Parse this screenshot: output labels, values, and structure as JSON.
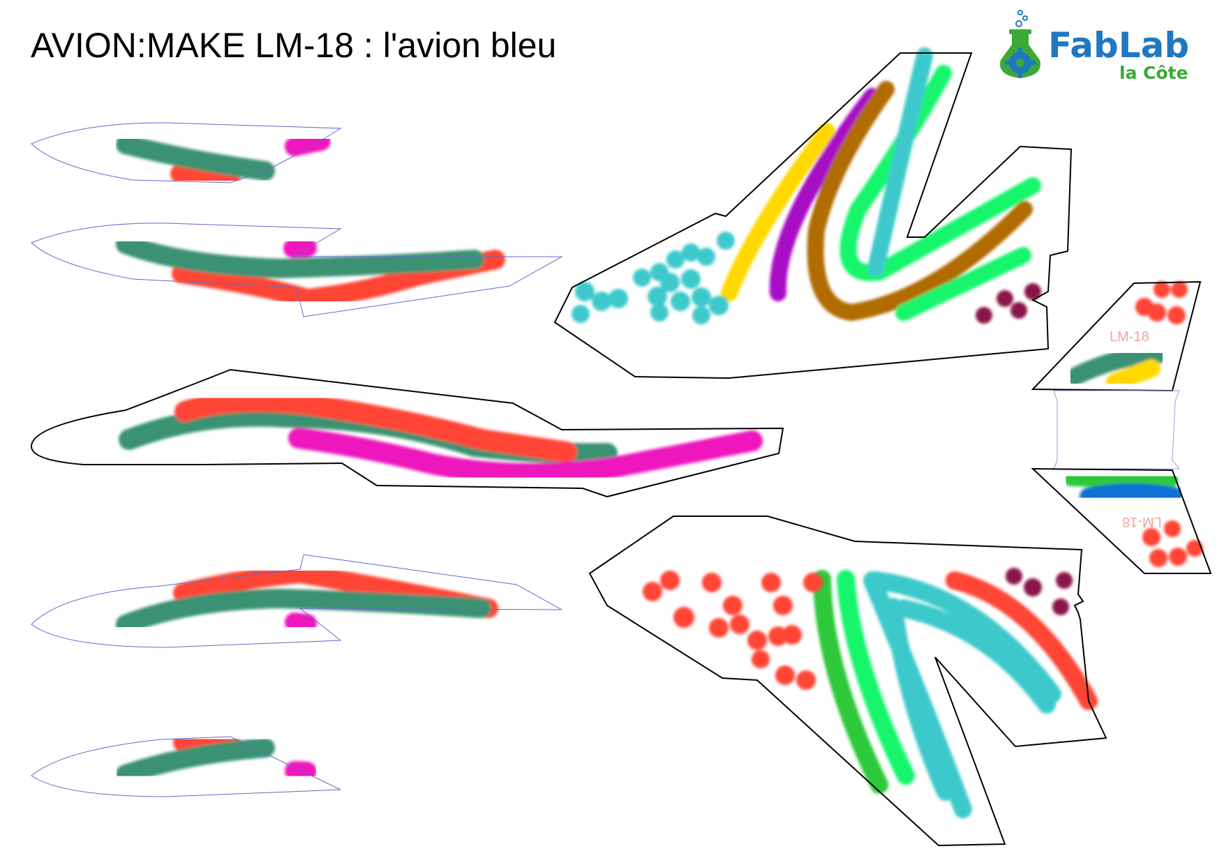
{
  "title": "AVION:MAKE LM-18 : l'avion bleu",
  "logo": {
    "main": "FabLab",
    "sub": "la Côte",
    "main_color": "#1f78c1",
    "sub_color": "#3aaa35"
  },
  "wing_label_top": "LM-18",
  "wing_label_bottom": "LM-18",
  "colors": {
    "dark_green": "#3a9272",
    "red": "#ff4535",
    "magenta": "#ee18bd",
    "cyan": "#3ec9cb",
    "yellow": "#ffd800",
    "purple": "#a80fc6",
    "brown": "#b06c00",
    "bright_green": "#12f56c",
    "green": "#2fc83a",
    "blue": "#0a70d2",
    "maroon": "#8a1549"
  }
}
